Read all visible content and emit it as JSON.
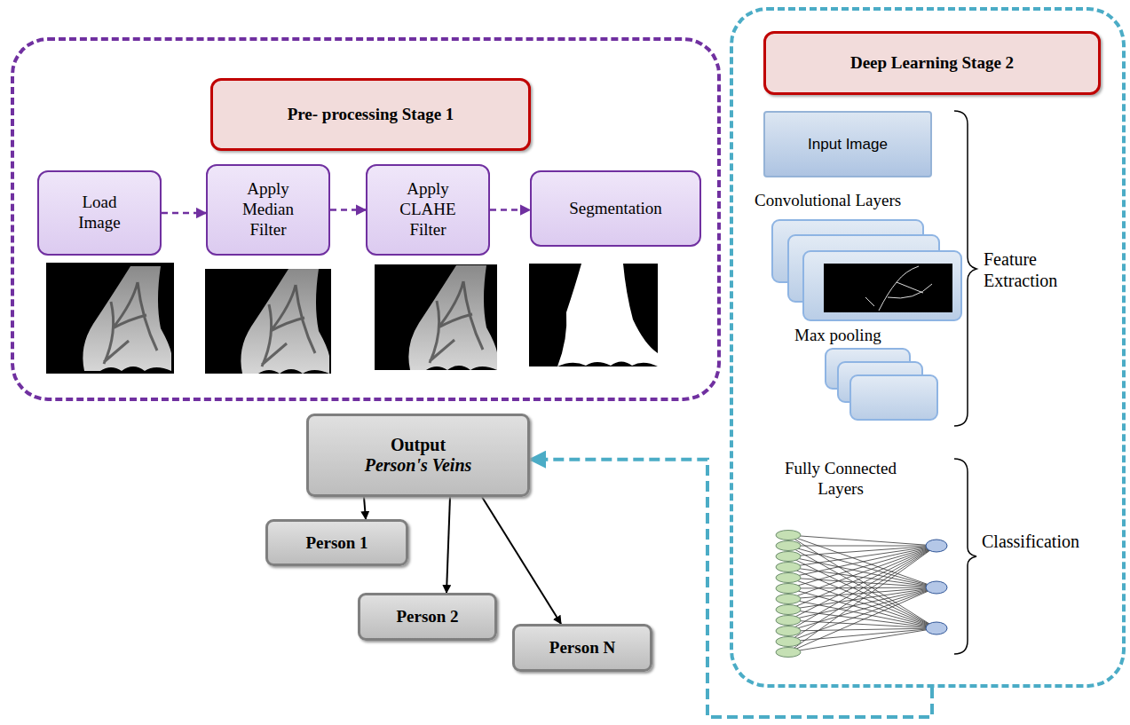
{
  "diagram": {
    "nodes": [
      {
        "text": [
          "Pre- processing Stage 1"
        ]
      },
      {
        "text": [
          "Load Image"
        ],
        "in": 0
      },
      {
        "text": [
          "Apply Median Filter"
        ],
        "in": 0
      },
      {
        "text": [
          "Apply CLAHE Filter"
        ],
        "in": 0
      },
      {
        "text": [
          "Segmentation"
        ],
        "in": 0
      },
      {
        "text": [
          "Deep Learning Stage 2",
          "Convolutional Layers",
          "Max pooling",
          "Feature Extraction",
          "Fully Connected Layers",
          "Classification"
        ]
      },
      {
        "text": [
          "Input Image"
        ],
        "in": 5
      },
      {
        "text": [
          "Output",
          "Person's Veins"
        ]
      },
      {
        "text": [
          "Person 1"
        ]
      },
      {
        "text": [
          "Person 2"
        ]
      },
      {
        "text": [
          "Person N"
        ]
      }
    ],
    "edges": [
      {
        "from": 1,
        "to": 2,
        "arrow": "to"
      },
      {
        "from": 2,
        "to": 3,
        "arrow": "to"
      },
      {
        "from": 3,
        "to": 4,
        "arrow": "to"
      },
      {
        "from": 5,
        "to": 7,
        "arrow": "to"
      },
      {
        "from": 7,
        "to": 8,
        "arrow": "to"
      },
      {
        "from": 7,
        "to": 9,
        "arrow": "to"
      },
      {
        "from": 7,
        "to": 10,
        "arrow": "to"
      }
    ]
  }
}
